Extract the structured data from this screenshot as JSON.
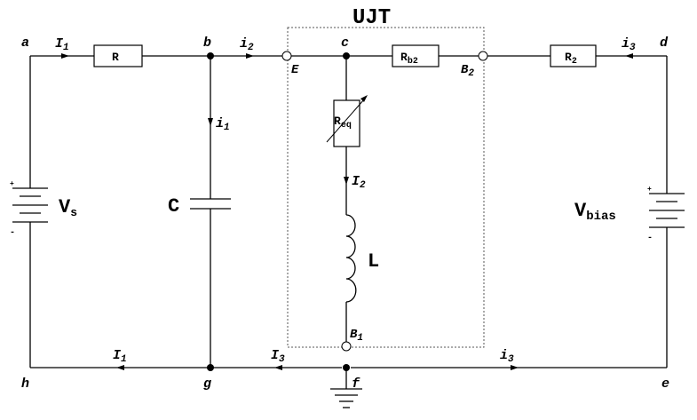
{
  "title": "UJT",
  "nodes": {
    "a": "a",
    "b": "b",
    "c": "c",
    "d": "d",
    "e": "e",
    "f": "f",
    "g": "g",
    "h": "h"
  },
  "terminals": {
    "E": "E",
    "B2": "B",
    "B2_sub": "2",
    "B1": "B",
    "B1_sub": "1"
  },
  "components": {
    "R": "R",
    "Rb2_main": "R",
    "Rb2_sub": "b2",
    "R2_main": "R",
    "R2_sub": "2",
    "Req_main": "R",
    "Req_sub": "eq",
    "C": "C",
    "L": "L",
    "Vs_main": "V",
    "Vs_sub": "s",
    "Vbias_main": "V",
    "Vbias_sub": "bias",
    "plus": "+",
    "minus": "-"
  },
  "currents": {
    "I1_main": "I",
    "I1_sub": "1",
    "i2_main": "i",
    "i2_sub": "2",
    "i3_main": "i",
    "i3_sub": "3",
    "i1_main": "i",
    "i1_sub": "1",
    "I2_main": "I",
    "I2_sub": "2",
    "I3_main": "I",
    "I3_sub": "3"
  }
}
